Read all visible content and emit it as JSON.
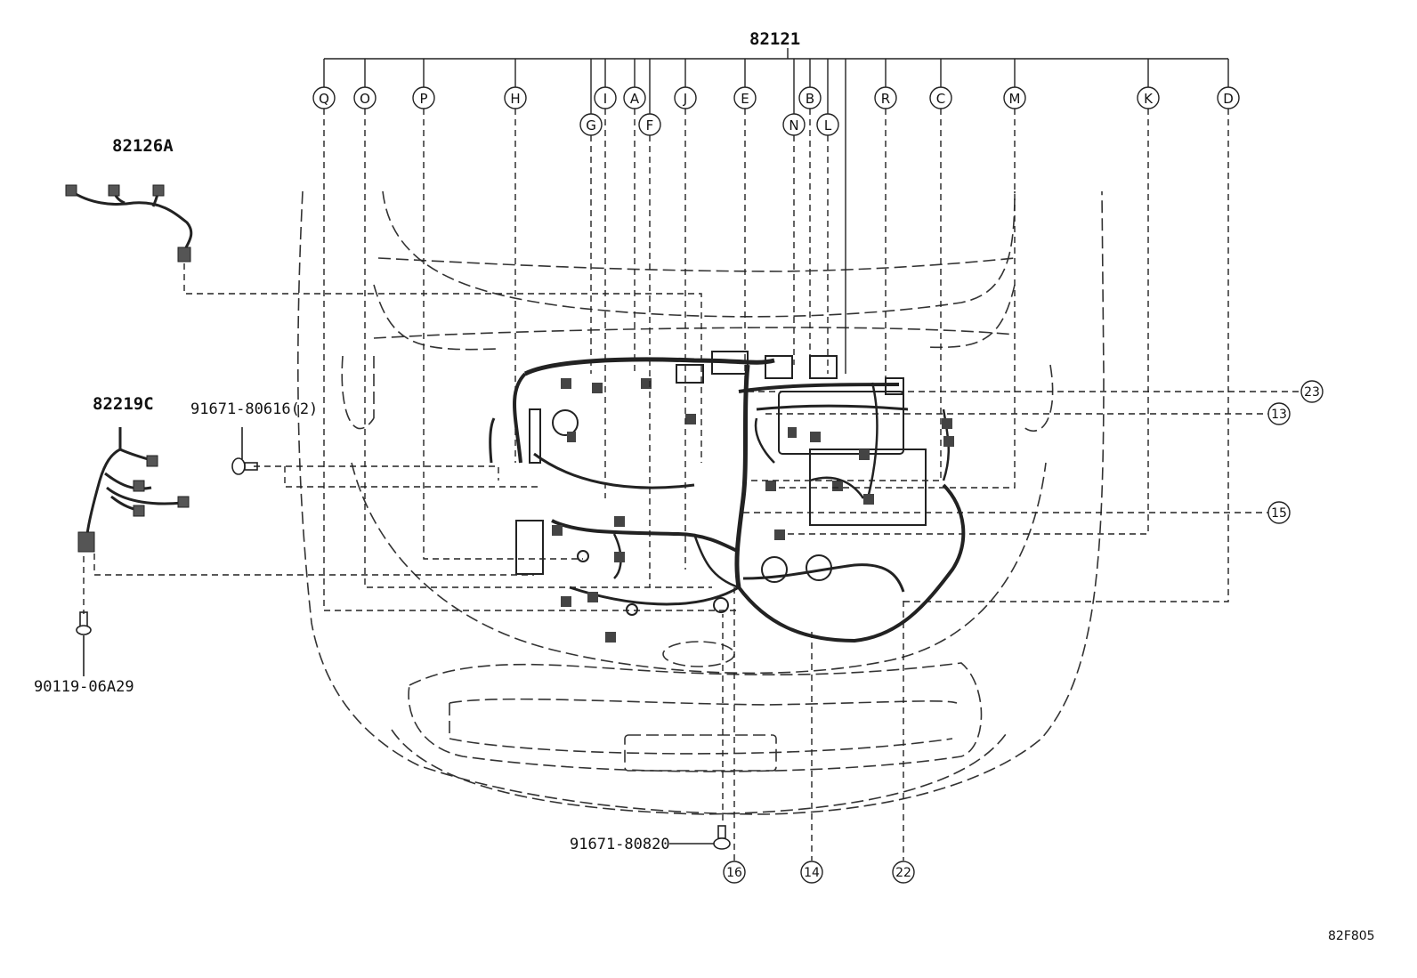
{
  "main_part": {
    "code": "82121"
  },
  "letter_callouts": [
    "Q",
    "O",
    "P",
    "H",
    "G",
    "I",
    "A",
    "F",
    "J",
    "E",
    "N",
    "B",
    "L",
    "R",
    "C",
    "M",
    "K",
    "D"
  ],
  "number_callouts": [
    "23",
    "13",
    "15",
    "16",
    "14",
    "22"
  ],
  "parts": {
    "harness_a": "82126A",
    "harness_c": "82219C",
    "bolt_a": "91671-80616(2)",
    "bolt_b": "91671-80820",
    "bolt_c": "90119-06A29"
  },
  "diagram_code": "82F805"
}
